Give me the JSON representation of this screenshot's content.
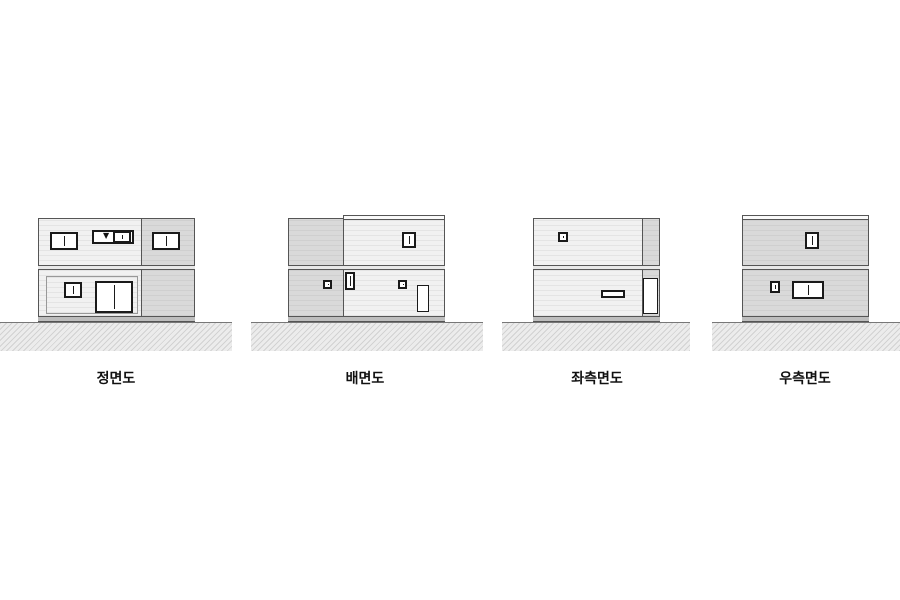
{
  "elevations": [
    {
      "label": "정면도"
    },
    {
      "label": "배면도"
    },
    {
      "label": "좌측면도"
    },
    {
      "label": "우측면도"
    }
  ],
  "icons": {
    "front_arrow": "▼"
  }
}
